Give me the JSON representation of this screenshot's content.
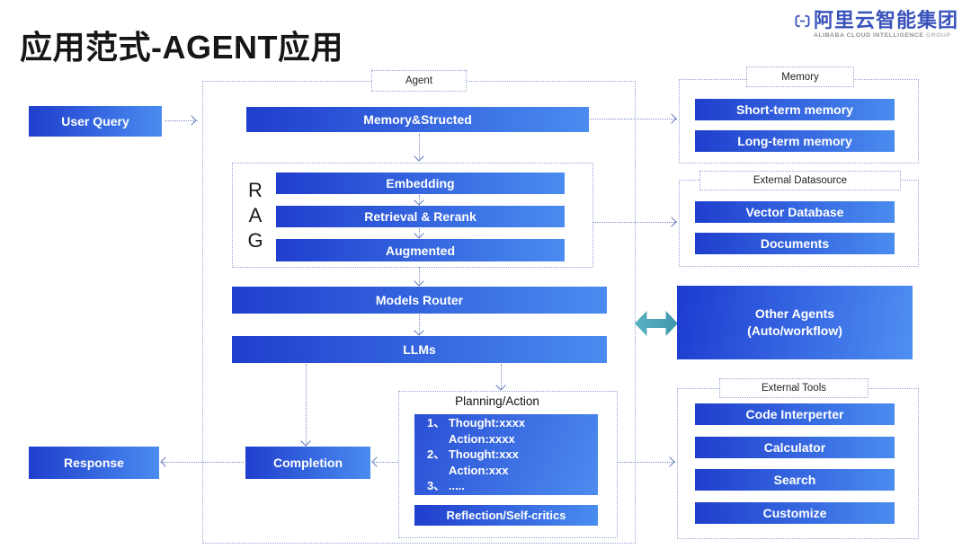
{
  "page": {
    "title": "应用范式-AGENT应用"
  },
  "logo": {
    "cn": "阿里云智能集团",
    "en1": "ALIBABA CLOUD INTELLIGENCE",
    "en2": "GROUP",
    "brand_color": "#3a53bb"
  },
  "colors": {
    "box_gradient_dark": "#1f3ecd",
    "box_gradient_light": "#4a8cf0",
    "teal_arrow": "#48a3b6",
    "dashed_border": "#93a3d4",
    "connector": "#7589c6"
  },
  "left": {
    "user_query": "User Query",
    "response": "Response"
  },
  "agent": {
    "label": "Agent",
    "memory_structed": "Memory&Structed",
    "rag": {
      "letters": [
        "R",
        "A",
        "G"
      ],
      "items": [
        "Embedding",
        "Retrieval & Rerank",
        "Augmented"
      ]
    },
    "models_router": "Models Router",
    "llms": "LLMs",
    "completion": "Completion",
    "planning": {
      "label": "Planning/Action",
      "thought_lines": [
        "1、 Thought:xxxx",
        "Action:xxxx",
        "2、 Thought:xxx",
        "Action:xxx",
        "3、 ....."
      ],
      "reflection": "Reflection/Self-critics"
    }
  },
  "right": {
    "memory": {
      "label": "Memory",
      "items": [
        "Short-term memory",
        "Long-term memory"
      ]
    },
    "external_datasource": {
      "label": "External Datasource",
      "items": [
        "Vector Database",
        "Documents"
      ]
    },
    "other_agents": {
      "line1": "Other Agents",
      "line2": "(Auto/workflow)"
    },
    "external_tools": {
      "label": "External Tools",
      "items": [
        "Code Interperter",
        "Calculator",
        "Search",
        "Customize"
      ]
    }
  }
}
